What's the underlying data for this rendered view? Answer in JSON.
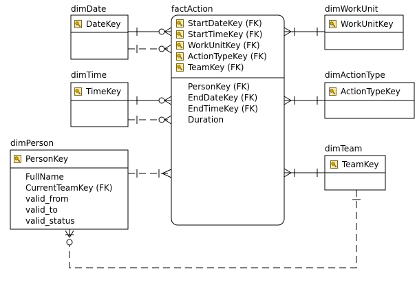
{
  "entities": {
    "dimDate": {
      "title": "dimDate",
      "keys": [
        "DateKey"
      ],
      "attributes": []
    },
    "dimTime": {
      "title": "dimTime",
      "keys": [
        "TimeKey"
      ],
      "attributes": []
    },
    "dimPerson": {
      "title": "dimPerson",
      "keys": [
        "PersonKey"
      ],
      "attributes": [
        "FullName",
        "CurrentTeamKey (FK)",
        "valid_from",
        "valid_to",
        "valid_status"
      ]
    },
    "factAction": {
      "title": "factAction",
      "keys": [
        "StartDateKey (FK)",
        "StartTimeKey (FK)",
        "WorkUnitKey (FK)",
        "ActionTypeKey (FK)",
        "TeamKey (FK)"
      ],
      "attributes": [
        "PersonKey (FK)",
        "EndDateKey (FK)",
        "EndTimeKey (FK)",
        "Duration"
      ]
    },
    "dimWorkUnit": {
      "title": "dimWorkUnit",
      "keys": [
        "WorkUnitKey"
      ],
      "attributes": []
    },
    "dimActionType": {
      "title": "dimActionType",
      "keys": [
        "ActionTypeKey"
      ],
      "attributes": []
    },
    "dimTeam": {
      "title": "dimTeam",
      "keys": [
        "TeamKey"
      ],
      "attributes": []
    }
  },
  "relationships": [
    {
      "from": "dimDate",
      "to": "factAction",
      "style": "identifying"
    },
    {
      "from": "dimDate",
      "to": "factAction",
      "style": "non-identifying"
    },
    {
      "from": "dimTime",
      "to": "factAction",
      "style": "identifying"
    },
    {
      "from": "dimTime",
      "to": "factAction",
      "style": "non-identifying"
    },
    {
      "from": "dimPerson",
      "to": "factAction",
      "style": "non-identifying"
    },
    {
      "from": "dimWorkUnit",
      "to": "factAction",
      "style": "identifying"
    },
    {
      "from": "dimActionType",
      "to": "factAction",
      "style": "identifying"
    },
    {
      "from": "dimTeam",
      "to": "factAction",
      "style": "identifying"
    },
    {
      "from": "dimTeam",
      "to": "dimPerson",
      "style": "non-identifying"
    }
  ],
  "icons": {
    "key": "key-icon"
  },
  "colors": {
    "line": "#000000",
    "key_icon": "#c8a000",
    "background": "#ffffff"
  }
}
